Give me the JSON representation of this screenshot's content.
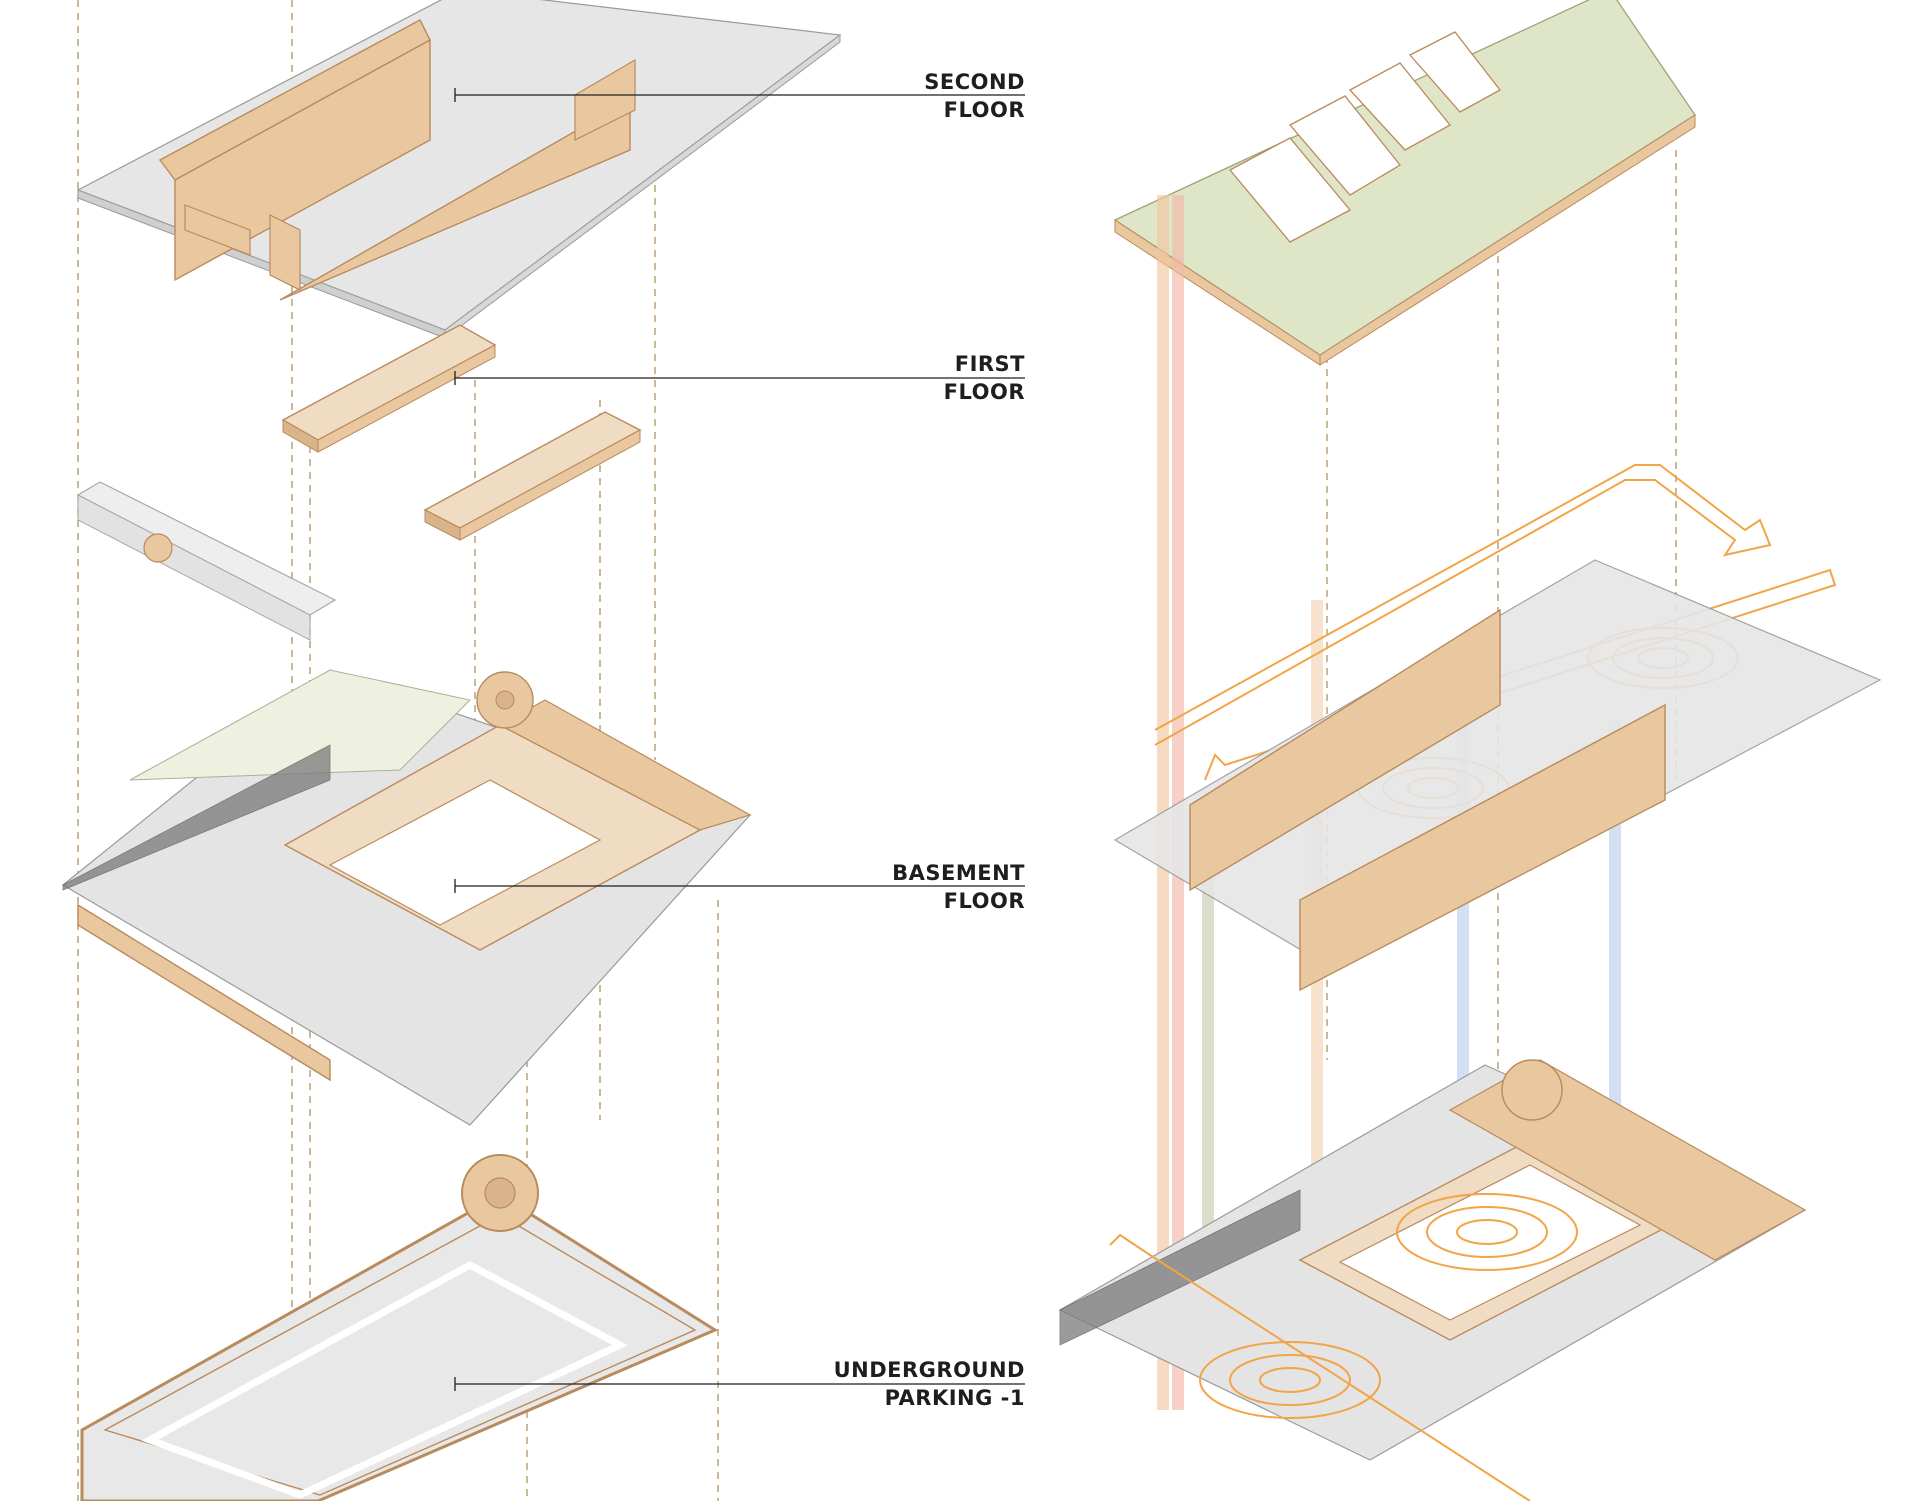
{
  "labels": {
    "second": {
      "line1": "SECOND",
      "line2": "FLOOR"
    },
    "first": {
      "line1": "FIRST",
      "line2": "FLOOR"
    },
    "basement": {
      "line1": "BASEMENT",
      "line2": "FLOOR"
    },
    "parking": {
      "line1": "UNDERGROUND",
      "line2": "PARKING -1"
    }
  },
  "colors": {
    "wood": "#e9c8a0",
    "wood_dark": "#b98a5c",
    "slab": "#e6e6e6",
    "roof_green": "#dfe6c8",
    "circulation_orange": "#f2a447",
    "shaft_red": "#f4b8a8",
    "shaft_olive": "#c8cdb0",
    "shaft_blue": "#bcd0ee",
    "guide_line": "#b39a6a",
    "label_text": "#1e1e1e"
  }
}
